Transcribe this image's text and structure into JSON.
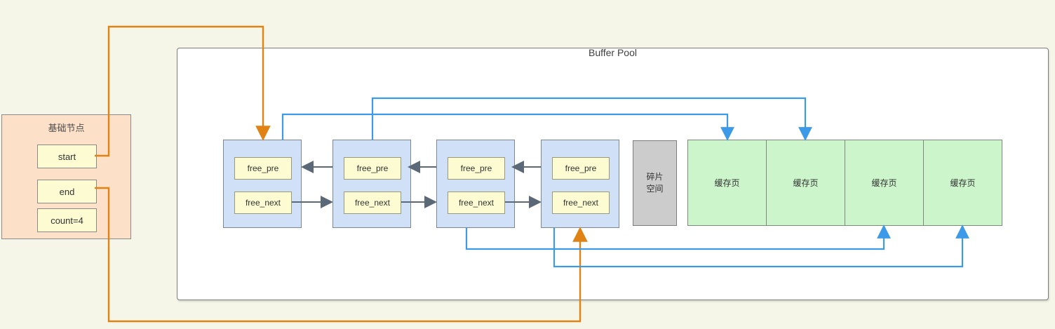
{
  "diagram": {
    "base_panel": {
      "title": "基础节点",
      "fields": [
        {
          "label": "start"
        },
        {
          "label": "end"
        },
        {
          "label": "count=4"
        }
      ]
    },
    "pool": {
      "title": "Buffer Pool",
      "free_nodes": [
        {
          "pre": "free_pre",
          "next": "free_next"
        },
        {
          "pre": "free_pre",
          "next": "free_next"
        },
        {
          "pre": "free_pre",
          "next": "free_next"
        },
        {
          "pre": "free_pre",
          "next": "free_next"
        }
      ],
      "fragment": {
        "line1": "碎片",
        "line2": "空间"
      },
      "cache_pages": [
        {
          "label": "缓存页"
        },
        {
          "label": "缓存页"
        },
        {
          "label": "缓存页"
        },
        {
          "label": "缓存页"
        }
      ]
    },
    "colors": {
      "background": "#f5f6e8",
      "base_panel_fill": "#fce0c8",
      "field_fill": "#fcfbd2",
      "node_fill": "#cfe0f7",
      "fragment_fill": "#cccccc",
      "page_fill": "#ccf5cc",
      "orange_arrow": "#e08214",
      "blue_arrow": "#3d9ae8",
      "gray_arrow": "#5a6878"
    }
  }
}
